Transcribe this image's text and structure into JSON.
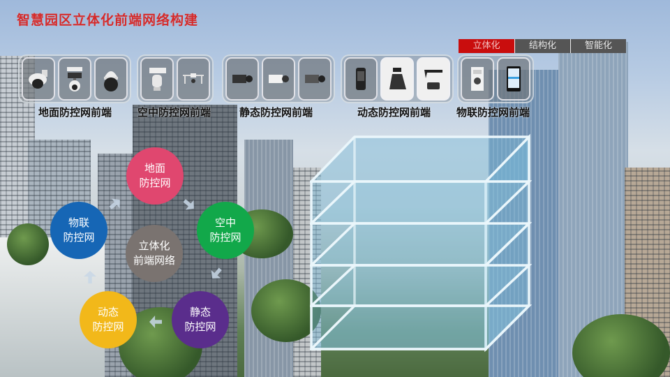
{
  "header": {
    "title": "智慧园区立体化前端网络构建"
  },
  "tabs": [
    {
      "label": "立体化",
      "active": true
    },
    {
      "label": "结构化",
      "active": false
    },
    {
      "label": "智能化",
      "active": false
    }
  ],
  "device_groups": [
    {
      "label": "地面防控网前端",
      "devices": [
        "dome-camera",
        "dual-ptz-camera",
        "speed-dome-camera"
      ]
    },
    {
      "label": "空中防控网前端",
      "devices": [
        "thermal-ptz-camera",
        "drone"
      ]
    },
    {
      "label": "静态防控网前端",
      "devices": [
        "box-camera-dark",
        "box-camera-white",
        "box-camera-grey"
      ]
    },
    {
      "label": "动态防控网前端",
      "devices": [
        "handheld-terminal",
        "patrol-robot",
        "smart-glasses"
      ]
    },
    {
      "label": "物联防控网前端",
      "devices": [
        "access-panel",
        "tablet-terminal"
      ]
    }
  ],
  "diagram": {
    "center": {
      "line1": "立体化",
      "line2": "前端网络",
      "color": "#7a7370"
    },
    "nodes": [
      {
        "id": "ground",
        "line1": "地面",
        "line2": "防控网",
        "color": "#e0476f"
      },
      {
        "id": "air",
        "line1": "空中",
        "line2": "防控网",
        "color": "#12a84a"
      },
      {
        "id": "static",
        "line1": "静态",
        "line2": "防控网",
        "color": "#5a2d8c"
      },
      {
        "id": "dynamic",
        "line1": "动态",
        "line2": "防控网",
        "color": "#f2b81a"
      },
      {
        "id": "iot",
        "line1": "物联",
        "line2": "防控网",
        "color": "#1666b5"
      }
    ]
  },
  "colors": {
    "title": "#d42a2a",
    "tab_active": "#c90d0d",
    "tab_inactive": "#555555"
  },
  "cube": {
    "layers": 5
  }
}
